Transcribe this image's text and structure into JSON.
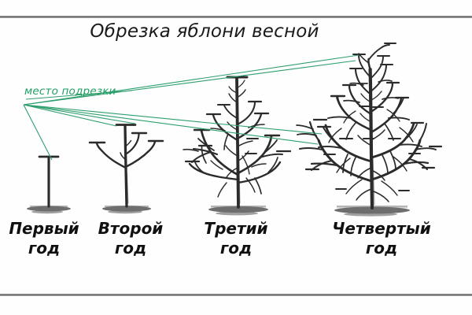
{
  "figure": {
    "title": "Обрезка яблони весной",
    "annotation": "место подрезки",
    "annotation_color": "#1f9e63",
    "line_color": "#2e9e6e",
    "ink_color": "#2b2b2b",
    "background": "#fefefe",
    "rule_color": "#6e6e6e"
  },
  "stages": [
    {
      "label_line1": "Первый",
      "label_line2": "год"
    },
    {
      "label_line1": "Второй",
      "label_line2": "год"
    },
    {
      "label_line1": "Третий",
      "label_line2": "год"
    },
    {
      "label_line1": "Четвертый",
      "label_line2": "год"
    }
  ]
}
